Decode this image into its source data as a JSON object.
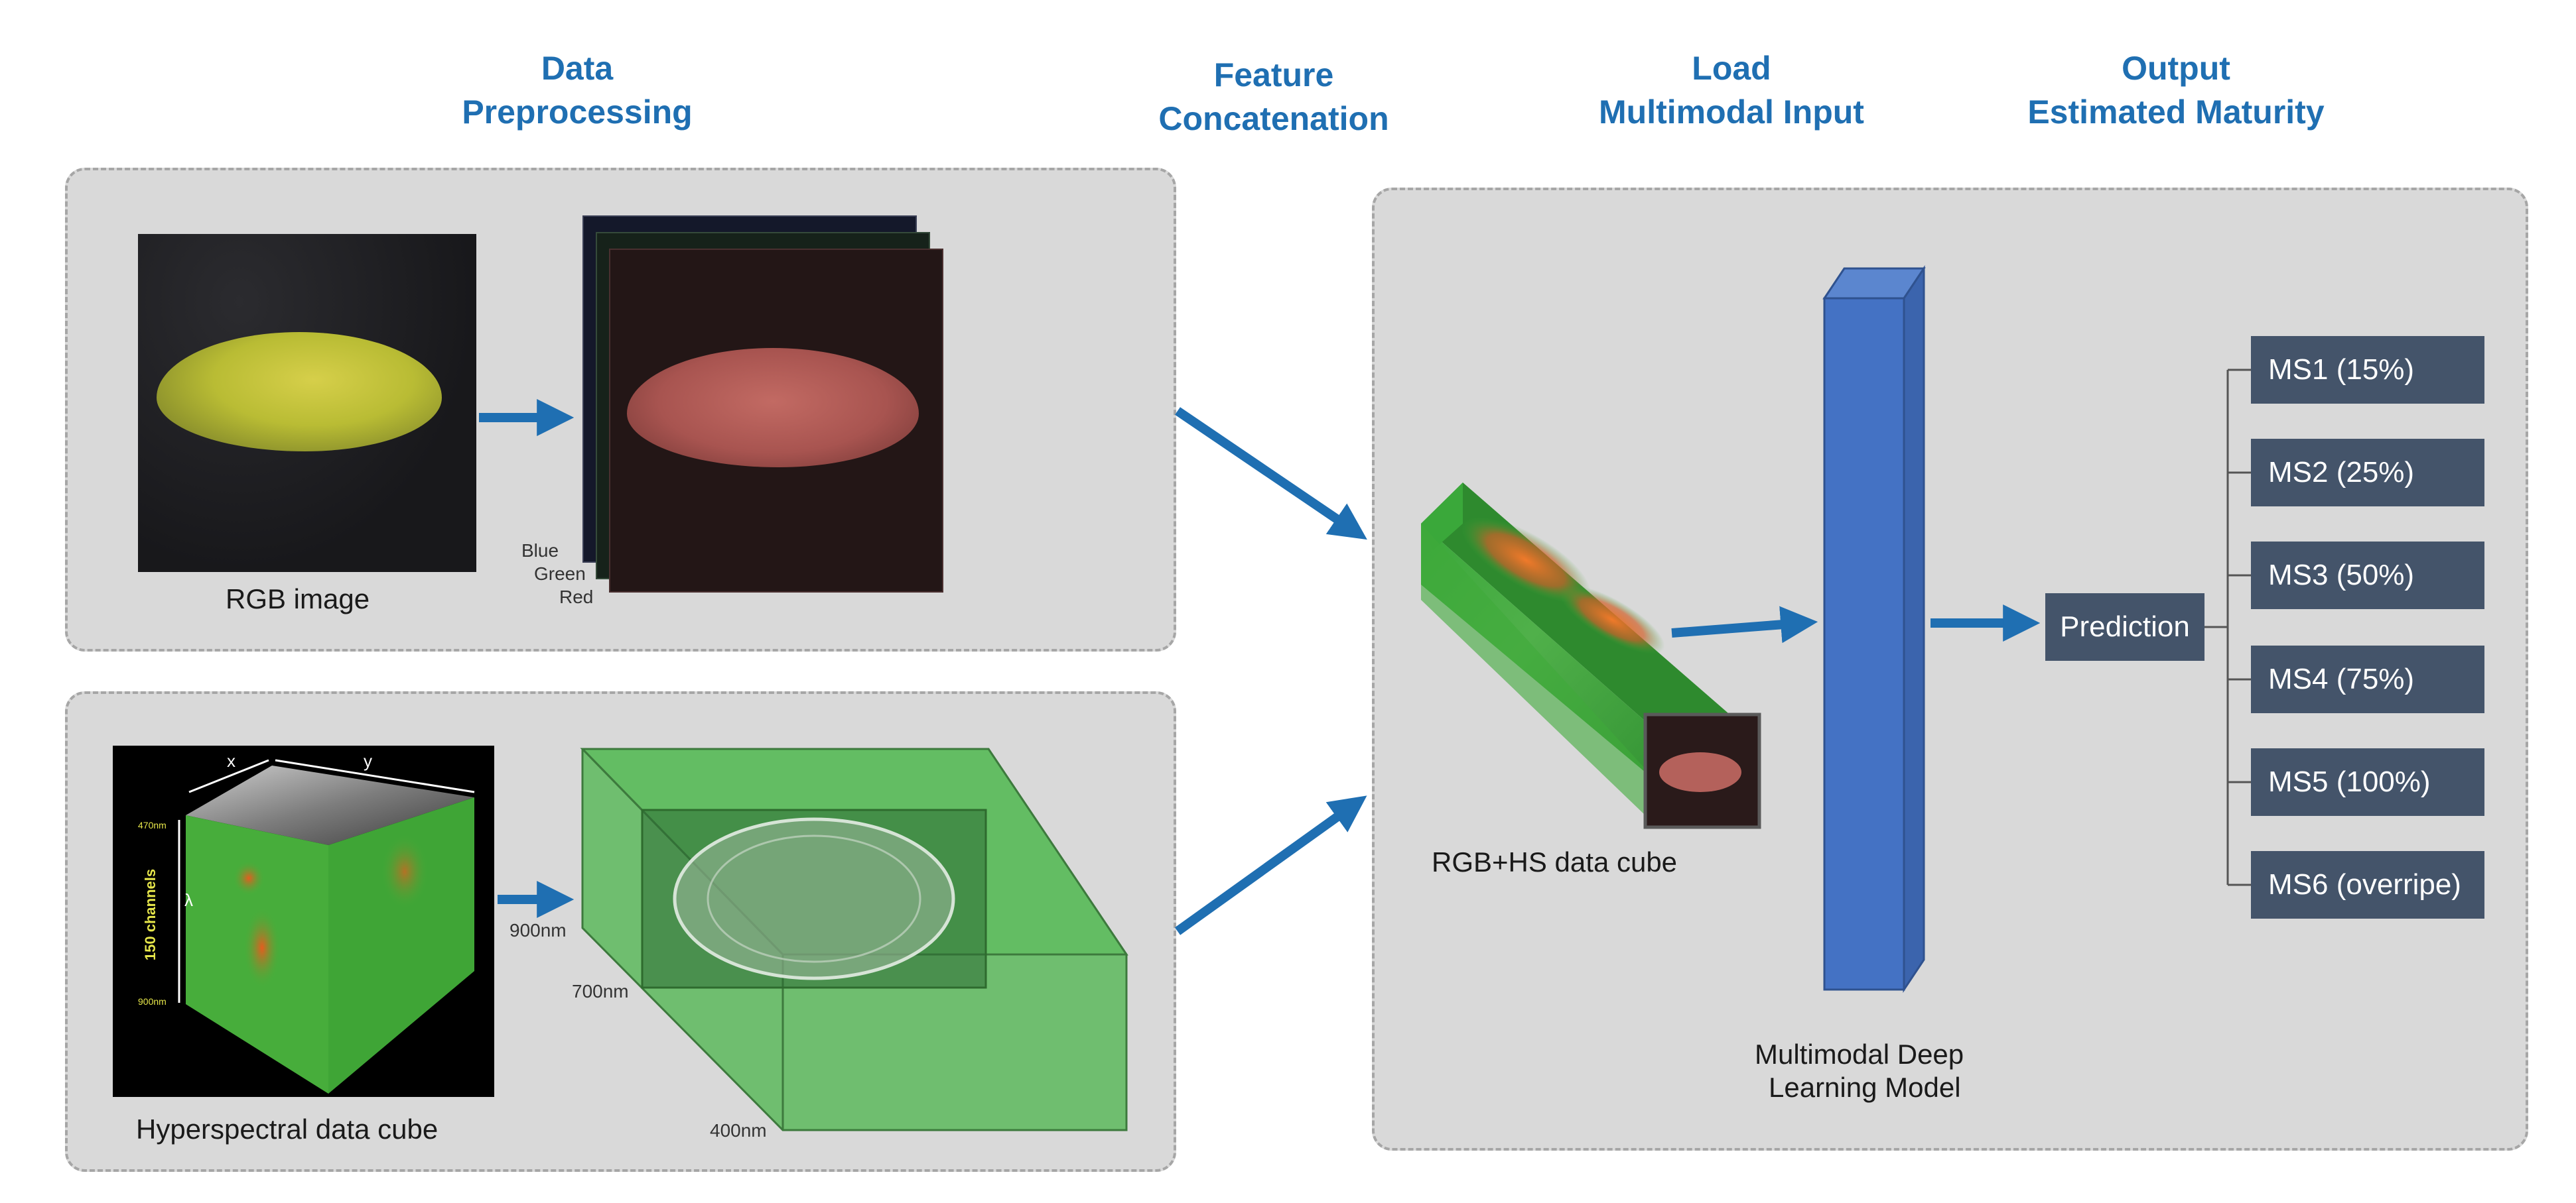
{
  "headings": {
    "data_preprocessing": [
      "Data",
      "Preprocessing"
    ],
    "feature_concatenation": [
      "Feature",
      "Concatenation"
    ],
    "load_input": [
      "Load",
      "Multimodal Input"
    ],
    "output": [
      "Output",
      "Estimated Maturity"
    ]
  },
  "labels": {
    "rgb_image": "RGB image",
    "blue": "Blue",
    "green": "Green",
    "red": "Red",
    "hyperspectral": "Hyperspectral  data cube",
    "nm900": "900nm",
    "nm700": "700nm",
    "nm400": "400nm",
    "rgbhs": "RGB+HS  data cube",
    "model_line1": "Multimodal Deep",
    "model_line2": "Learning Model",
    "prediction": "Prediction",
    "cube_channels": "150 channels",
    "cube_x": "x",
    "cube_y": "y",
    "cube_lambda": "λ",
    "cube_top": "470nm",
    "cube_bottom": "900nm"
  },
  "outputs": [
    "MS1 (15%)",
    "MS2 (25%)",
    "MS3 (50%)",
    "MS4 (75%)",
    "MS5 (100%)",
    "MS6 (overripe)"
  ],
  "colors": {
    "heading": "#1f6fb2",
    "arrow": "#1f6fb2",
    "panel": "#d9d9d9",
    "box": "#44546a",
    "model": "#4472c4"
  }
}
